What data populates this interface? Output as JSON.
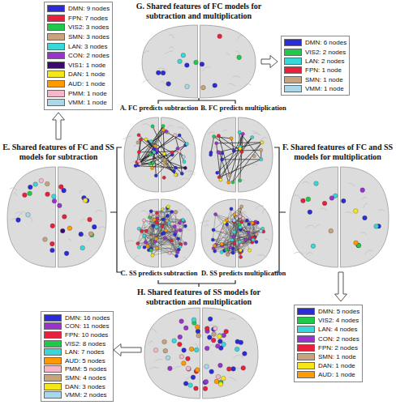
{
  "diagram": {
    "nodes": [
      {
        "text": [
          "G. Shared features of FC models for subtraction and multiplication"
        ]
      },
      {
        "text": [
          "A. FC predicts subtraction"
        ]
      },
      {
        "text": [
          "B. FC predicts multiplication"
        ]
      },
      {
        "text": [
          "E. Shared features of FC and SS models for subtraction"
        ]
      },
      {
        "text": [
          "F. Shared features of FC and SS models for multiplication"
        ]
      },
      {
        "text": [
          "C. SS predicts subtraction"
        ]
      },
      {
        "text": [
          "D. SS predicts multiplication"
        ]
      },
      {
        "text": [
          "H. Shared features of SS models for subtraction and multiplication"
        ]
      }
    ],
    "legend": [
      {
        "text": "DMN: 9 nodes",
        "color": "#2b2bd9"
      },
      {
        "text": "FPN: 7 nodes",
        "color": "#e8203c"
      },
      {
        "text": "VIS2: 3 nodes",
        "color": "#22c84a"
      },
      {
        "text": "SMN: 3 nodes",
        "color": "#c8a47e"
      },
      {
        "text": "LAN: 3 nodes",
        "color": "#38d8d8"
      },
      {
        "text": "CON: 2 nodes",
        "color": "#9a32cd"
      },
      {
        "text": "VIS1: 1 node",
        "color": "#3c0a6e"
      },
      {
        "text": "DAN: 1 node",
        "color": "#f5e61a"
      },
      {
        "text": "AUD: 1 node",
        "color": "#ff9a00"
      },
      {
        "text": "PMM: 1 node",
        "color": "#f5b8c8"
      },
      {
        "text": "VMM: 1 node",
        "color": "#a8d8ea"
      },
      {
        "text": "DMN: 6 nodes",
        "color": "#2b2bd9"
      },
      {
        "text": "VIS2: 2 nodes",
        "color": "#22c84a"
      },
      {
        "text": "LAN: 2 nodes",
        "color": "#38d8d8"
      },
      {
        "text": "FPN: 1 node",
        "color": "#e8203c"
      },
      {
        "text": "SMN: 1 node",
        "color": "#c8a47e"
      },
      {
        "text": "VMM: 1 node",
        "color": "#a8d8ea"
      },
      {
        "text": "DMN: 5 nodes",
        "color": "#2b2bd9"
      },
      {
        "text": "VIS2: 4 nodes",
        "color": "#22c84a"
      },
      {
        "text": "LAN: 4 nodes",
        "color": "#38d8d8"
      },
      {
        "text": "CON: 2 nodes",
        "color": "#9a32cd"
      },
      {
        "text": "FPN: 2 nodes",
        "color": "#e8203c"
      },
      {
        "text": "SMN: 1 node",
        "color": "#c8a47e"
      },
      {
        "text": "DAN: 1 node",
        "color": "#f5e61a"
      },
      {
        "text": "AUD: 1 node",
        "color": "#ff9a00"
      },
      {
        "text": "DMN: 16 nodes",
        "color": "#2b2bd9"
      },
      {
        "text": "CON: 11 nodes",
        "color": "#9a32cd"
      },
      {
        "text": "FPN: 10 nodes",
        "color": "#e8203c"
      },
      {
        "text": "VIS2: 8 nodes",
        "color": "#22c84a"
      },
      {
        "text": "LAN: 7 nodes",
        "color": "#38d8d8"
      },
      {
        "text": "AUD: 5 nodes",
        "color": "#ff9a00"
      },
      {
        "text": "PMM: 5 nodes",
        "color": "#f5b8c8"
      },
      {
        "text": "SMN: 4 nodes",
        "color": "#c8a47e"
      },
      {
        "text": "DAN: 3 nodes",
        "color": "#f5e61a"
      },
      {
        "text": "VMM: 2 nodes",
        "color": "#a8d8ea"
      }
    ]
  }
}
